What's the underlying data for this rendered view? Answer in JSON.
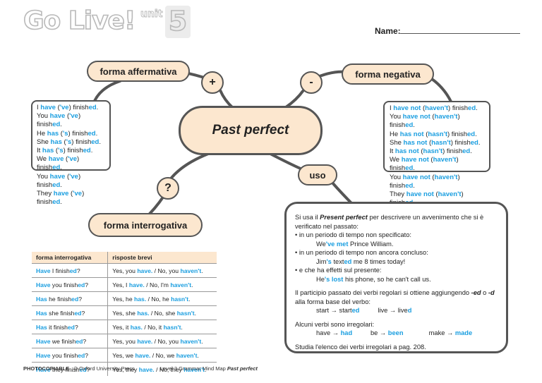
{
  "header": {
    "logo_text": "Go Live!",
    "unit_word": "unit",
    "unit_number": "5",
    "name_label": "Name:"
  },
  "colors": {
    "accent_blue": "#1a9ee0",
    "pill_fill": "#fce7cf",
    "outline": "#555555"
  },
  "center_title": "Past perfect",
  "affirmative": {
    "title": "forma affermativa",
    "symbol": "+",
    "lines": [
      [
        {
          "t": "I "
        },
        {
          "t": "have",
          "b": 1
        },
        {
          "t": " ("
        },
        {
          "t": "'ve",
          "b": 1
        },
        {
          "t": ") finish"
        },
        {
          "t": "ed",
          "b": 1
        },
        {
          "t": "."
        }
      ],
      [
        {
          "t": "You "
        },
        {
          "t": "have",
          "b": 1
        },
        {
          "t": " ("
        },
        {
          "t": "'ve",
          "b": 1
        },
        {
          "t": ") finish"
        },
        {
          "t": "ed",
          "b": 1
        },
        {
          "t": "."
        }
      ],
      [
        {
          "t": "He "
        },
        {
          "t": "has",
          "b": 1
        },
        {
          "t": " ("
        },
        {
          "t": "'s",
          "b": 1
        },
        {
          "t": ") finish"
        },
        {
          "t": "ed",
          "b": 1
        },
        {
          "t": "."
        }
      ],
      [
        {
          "t": "She "
        },
        {
          "t": "has",
          "b": 1
        },
        {
          "t": " ("
        },
        {
          "t": "'s",
          "b": 1
        },
        {
          "t": ") finish"
        },
        {
          "t": "ed",
          "b": 1
        },
        {
          "t": "."
        }
      ],
      [
        {
          "t": "It "
        },
        {
          "t": "has",
          "b": 1
        },
        {
          "t": " ("
        },
        {
          "t": "'s",
          "b": 1
        },
        {
          "t": ") finish"
        },
        {
          "t": "ed",
          "b": 1
        },
        {
          "t": "."
        }
      ],
      [
        {
          "t": "We "
        },
        {
          "t": "have",
          "b": 1
        },
        {
          "t": " ("
        },
        {
          "t": "'ve",
          "b": 1
        },
        {
          "t": ") finish"
        },
        {
          "t": "ed",
          "b": 1
        },
        {
          "t": "."
        }
      ],
      [
        {
          "t": "You "
        },
        {
          "t": "have",
          "b": 1
        },
        {
          "t": " ("
        },
        {
          "t": "'ve",
          "b": 1
        },
        {
          "t": ") finish"
        },
        {
          "t": "ed",
          "b": 1
        },
        {
          "t": "."
        }
      ],
      [
        {
          "t": "They "
        },
        {
          "t": "have",
          "b": 1
        },
        {
          "t": " ("
        },
        {
          "t": "'ve",
          "b": 1
        },
        {
          "t": ") finish"
        },
        {
          "t": "ed",
          "b": 1
        },
        {
          "t": "."
        }
      ]
    ]
  },
  "negative": {
    "title": "forma negativa",
    "symbol": "-",
    "lines": [
      [
        {
          "t": "I "
        },
        {
          "t": "have not",
          "b": 1
        },
        {
          "t": " ("
        },
        {
          "t": "haven't",
          "b": 1
        },
        {
          "t": ") finish"
        },
        {
          "t": "ed",
          "b": 1
        },
        {
          "t": "."
        }
      ],
      [
        {
          "t": "You "
        },
        {
          "t": "have not",
          "b": 1
        },
        {
          "t": " ("
        },
        {
          "t": "haven't",
          "b": 1
        },
        {
          "t": ") finish"
        },
        {
          "t": "ed",
          "b": 1
        },
        {
          "t": "."
        }
      ],
      [
        {
          "t": "He "
        },
        {
          "t": "has not",
          "b": 1
        },
        {
          "t": " ("
        },
        {
          "t": "hasn't",
          "b": 1
        },
        {
          "t": ") finish"
        },
        {
          "t": "ed",
          "b": 1
        },
        {
          "t": "."
        }
      ],
      [
        {
          "t": "She "
        },
        {
          "t": "has not",
          "b": 1
        },
        {
          "t": " ("
        },
        {
          "t": "hasn't",
          "b": 1
        },
        {
          "t": ") finish"
        },
        {
          "t": "ed",
          "b": 1
        },
        {
          "t": "."
        }
      ],
      [
        {
          "t": "It "
        },
        {
          "t": "has not",
          "b": 1
        },
        {
          "t": " ("
        },
        {
          "t": "hasn't",
          "b": 1
        },
        {
          "t": ") finish"
        },
        {
          "t": "ed",
          "b": 1
        },
        {
          "t": "."
        }
      ],
      [
        {
          "t": "We "
        },
        {
          "t": "have not",
          "b": 1
        },
        {
          "t": " ("
        },
        {
          "t": "haven't",
          "b": 1
        },
        {
          "t": ") finish"
        },
        {
          "t": "ed",
          "b": 1
        },
        {
          "t": "."
        }
      ],
      [
        {
          "t": "You "
        },
        {
          "t": "have not",
          "b": 1
        },
        {
          "t": " ("
        },
        {
          "t": "haven't",
          "b": 1
        },
        {
          "t": ") finish"
        },
        {
          "t": "ed",
          "b": 1
        },
        {
          "t": "."
        }
      ],
      [
        {
          "t": "They "
        },
        {
          "t": "have not",
          "b": 1
        },
        {
          "t": " ("
        },
        {
          "t": "haven't",
          "b": 1
        },
        {
          "t": ") finish"
        },
        {
          "t": "ed",
          "b": 1
        },
        {
          "t": "."
        }
      ]
    ]
  },
  "interrogative": {
    "title": "forma interrogativa",
    "symbol": "?",
    "col_headers": [
      "forma interrogativa",
      "risposte brevi"
    ],
    "rows": [
      {
        "q": [
          {
            "t": "Have",
            "b": 1
          },
          {
            "t": " I finish"
          },
          {
            "t": "ed",
            "b": 1
          },
          {
            "t": "?"
          }
        ],
        "a": [
          {
            "t": "Yes, you "
          },
          {
            "t": "have.",
            "b": 1
          },
          {
            "t": " / No, you "
          },
          {
            "t": "haven't",
            "b": 1
          },
          {
            "t": "."
          }
        ]
      },
      {
        "q": [
          {
            "t": "Have",
            "b": 1
          },
          {
            "t": " you finish"
          },
          {
            "t": "ed",
            "b": 1
          },
          {
            "t": "?"
          }
        ],
        "a": [
          {
            "t": "Yes, I "
          },
          {
            "t": "have.",
            "b": 1
          },
          {
            "t": " / No, I'm "
          },
          {
            "t": "haven't",
            "b": 1
          },
          {
            "t": "."
          }
        ]
      },
      {
        "q": [
          {
            "t": "Has",
            "b": 1
          },
          {
            "t": " he finish"
          },
          {
            "t": "ed",
            "b": 1
          },
          {
            "t": "?"
          }
        ],
        "a": [
          {
            "t": "Yes, he "
          },
          {
            "t": "has.",
            "b": 1
          },
          {
            "t": " / No, he "
          },
          {
            "t": "hasn't",
            "b": 1
          },
          {
            "t": "."
          }
        ]
      },
      {
        "q": [
          {
            "t": "Has",
            "b": 1
          },
          {
            "t": " she finish"
          },
          {
            "t": "ed",
            "b": 1
          },
          {
            "t": "?"
          }
        ],
        "a": [
          {
            "t": "Yes, she "
          },
          {
            "t": "has.",
            "b": 1
          },
          {
            "t": " / No, she "
          },
          {
            "t": "hasn't",
            "b": 1
          },
          {
            "t": "."
          }
        ]
      },
      {
        "q": [
          {
            "t": "Has",
            "b": 1
          },
          {
            "t": " it finish"
          },
          {
            "t": "ed",
            "b": 1
          },
          {
            "t": "?"
          }
        ],
        "a": [
          {
            "t": "Yes, it "
          },
          {
            "t": "has.",
            "b": 1
          },
          {
            "t": " / No, it "
          },
          {
            "t": "hasn't",
            "b": 1
          },
          {
            "t": "."
          }
        ]
      },
      {
        "q": [
          {
            "t": "Have",
            "b": 1
          },
          {
            "t": " we finish"
          },
          {
            "t": "ed",
            "b": 1
          },
          {
            "t": "?"
          }
        ],
        "a": [
          {
            "t": "Yes, you "
          },
          {
            "t": "have.",
            "b": 1
          },
          {
            "t": " / No, you "
          },
          {
            "t": "haven't",
            "b": 1
          },
          {
            "t": "."
          }
        ]
      },
      {
        "q": [
          {
            "t": "Have",
            "b": 1
          },
          {
            "t": " you finish"
          },
          {
            "t": "ed",
            "b": 1
          },
          {
            "t": "?"
          }
        ],
        "a": [
          {
            "t": "Yes, we "
          },
          {
            "t": "have.",
            "b": 1
          },
          {
            "t": " / No, we "
          },
          {
            "t": "haven't",
            "b": 1
          },
          {
            "t": "."
          }
        ]
      },
      {
        "q": [
          {
            "t": "Have",
            "b": 1
          },
          {
            "t": " they finish"
          },
          {
            "t": "ed",
            "b": 1
          },
          {
            "t": "?"
          }
        ],
        "a": [
          {
            "t": "Yes, they "
          },
          {
            "t": "have.",
            "b": 1
          },
          {
            "t": " / No, they "
          },
          {
            "t": "haven't",
            "b": 1
          },
          {
            "t": "."
          }
        ]
      }
    ]
  },
  "uso": {
    "title": "uso",
    "paragraphs": [
      {
        "cls": "",
        "runs": [
          {
            "t": "Si usa il "
          },
          {
            "t": "Present perfect",
            "bi": 1
          },
          {
            "t": " per descrivere un avvenimento che si è verificato nel passato:"
          }
        ]
      },
      {
        "cls": "",
        "runs": [
          {
            "t": "• in un periodo di tempo non specificato:"
          }
        ]
      },
      {
        "cls": "ind",
        "runs": [
          {
            "t": "We"
          },
          {
            "t": "'ve met",
            "b": 1
          },
          {
            "t": " Prince William."
          }
        ]
      },
      {
        "cls": "",
        "runs": [
          {
            "t": "• in un periodo di tempo non ancora concluso:"
          }
        ]
      },
      {
        "cls": "ind",
        "runs": [
          {
            "t": "Jim"
          },
          {
            "t": "'s",
            "b": 1
          },
          {
            "t": " text"
          },
          {
            "t": "ed",
            "b": 1
          },
          {
            "t": " me 8 times today!"
          }
        ]
      },
      {
        "cls": "",
        "runs": [
          {
            "t": "• e che ha effetti sul presente:"
          }
        ]
      },
      {
        "cls": "ind",
        "runs": [
          {
            "t": "He"
          },
          {
            "t": "'s lost",
            "b": 1
          },
          {
            "t": " his phone, so he can't call us."
          }
        ]
      },
      {
        "cls": "gap",
        "runs": []
      },
      {
        "cls": "",
        "runs": [
          {
            "t": "Il participio passato dei verbi regolari si ottiene aggiungendo "
          },
          {
            "t": "-ed",
            "bi": 1
          },
          {
            "t": " o "
          },
          {
            "t": "-d",
            "bi": 1
          },
          {
            "t": " alla forma base del verbo:"
          }
        ]
      },
      {
        "cls": "ind",
        "runs": [
          {
            "t": "start → start"
          },
          {
            "t": "ed",
            "b": 1
          },
          {
            "t": "          live → live"
          },
          {
            "t": "d",
            "b": 1
          }
        ]
      },
      {
        "cls": "gap",
        "runs": []
      },
      {
        "cls": "",
        "runs": [
          {
            "t": "Alcuni verbi sono irregolari:"
          }
        ]
      },
      {
        "cls": "ind",
        "runs": [
          {
            "t": "have → "
          },
          {
            "t": "had",
            "b": 1
          },
          {
            "t": "          be → "
          },
          {
            "t": "been",
            "b": 1
          },
          {
            "t": "              make → "
          },
          {
            "t": "made",
            "b": 1
          }
        ]
      },
      {
        "cls": "gap",
        "runs": []
      },
      {
        "cls": "",
        "runs": [
          {
            "t": "Studia l'elenco dei verbi irregolari a pag. 208."
          }
        ]
      }
    ]
  },
  "footer": {
    "photocopiable": "PHOTOCOPIABLE",
    "publisher": "© Oxford University Press",
    "level_text": "Level 3  Grammar Mind Map ",
    "topic": "Past perfect"
  }
}
